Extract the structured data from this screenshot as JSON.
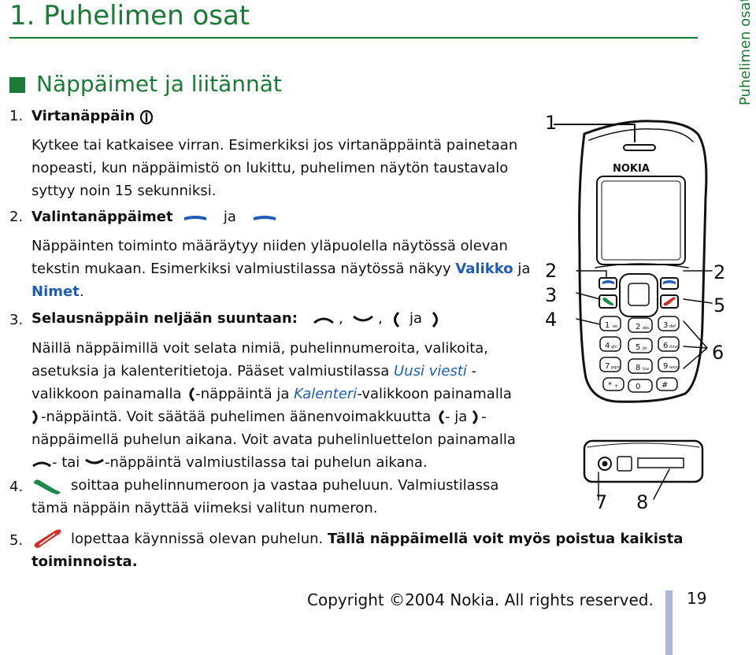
{
  "chapter": {
    "title": "1.  Puhelimen osat",
    "side_tab": "Puhelimen osat"
  },
  "section": {
    "title": "Näppäimet ja liitännät"
  },
  "items": [
    {
      "num": "1.",
      "label": "Virtanäppäin",
      "lines": [
        "Kytkee tai katkaisee virran. Esimerkiksi jos virtanäppäintä painetaan",
        "nopeasti, kun näppäimistö on lukittu, puhelimen näytön taustavalo",
        "syttyy noin 15 sekunniksi."
      ]
    },
    {
      "num": "2.",
      "label": "Valintanäppäimet",
      "label_and": "ja",
      "lines": [
        "Näppäinten toiminto määräytyy niiden yläpuolella näytössä olevan",
        "tekstin mukaan. Esimerkiksi valmiustilassa näytössä näkyy"
      ],
      "hl1": "Valikko",
      "mid": "ja",
      "hl2": "Nimet",
      "end": "."
    },
    {
      "num": "3.",
      "label": "Selausnäppäin neljään suuntaan:",
      "sep1": ",",
      "sep2": ",",
      "sep3": "ja",
      "line1": "Näillä näppäimillä voit selata nimiä, puhelinnumeroita, valikoita,",
      "line2": "asetuksia ja kalenteritietoja. Pääset valmiustilassa",
      "uusi_viesti": "Uusi viesti",
      "dash": " -",
      "line3a": "valikkoon painamalla",
      "line3b": "-näppäintä ja",
      "kalenteri": "Kalenteri",
      "line3c": "-valikkoon painamalla",
      "line4a": "-näppäintä. Voit säätää puhelimen äänenvoimakkuutta",
      "line4b": "- ja",
      "line4c": "-",
      "line5": "näppäimellä puhelun aikana. Voit avata puhelinluettelon painamalla",
      "line6a": "- tai",
      "line6b": "-näppäintä valmiustilassa tai puhelun aikana."
    },
    {
      "num": "4.",
      "line1": "soittaa puhelinnumeroon ja vastaa puheluun. Valmiustilassa",
      "line2": "tämä näppäin näyttää viimeksi valitun numeron."
    },
    {
      "num": "5.",
      "line1a": "lopettaa käynnissä olevan puhelun.",
      "line1b": "Tällä näppäimellä voit myös poistua kaikista",
      "line2": "toiminnoista."
    }
  ],
  "phone": {
    "brand": "NOKIA",
    "callouts": [
      "1",
      "2",
      "2",
      "3",
      "5",
      "4",
      "6",
      "7",
      "8"
    ],
    "keys": [
      {
        "digit": "1",
        "sub": "oo"
      },
      {
        "digit": "2",
        "sub": "abc"
      },
      {
        "digit": "3",
        "sub": "def"
      },
      {
        "digit": "4",
        "sub": "ghi"
      },
      {
        "digit": "5",
        "sub": "jkl"
      },
      {
        "digit": "6",
        "sub": "mno"
      },
      {
        "digit": "7",
        "sub": "pqrs"
      },
      {
        "digit": "8",
        "sub": "tuv"
      },
      {
        "digit": "9",
        "sub": "wxyz"
      },
      {
        "digit": "*",
        "sub": "+"
      },
      {
        "digit": "0",
        "sub": ""
      },
      {
        "digit": "#",
        "sub": ""
      }
    ]
  },
  "footer": {
    "copyright": "Copyright ©2004 Nokia. All rights reserved.",
    "page": "19"
  },
  "colors": {
    "accent": "#1a7a36",
    "highlight": "#1f5cb7",
    "call_green": "#1a8a4a",
    "end_red": "#d0312d",
    "page_bar": "#aeb7d2"
  }
}
